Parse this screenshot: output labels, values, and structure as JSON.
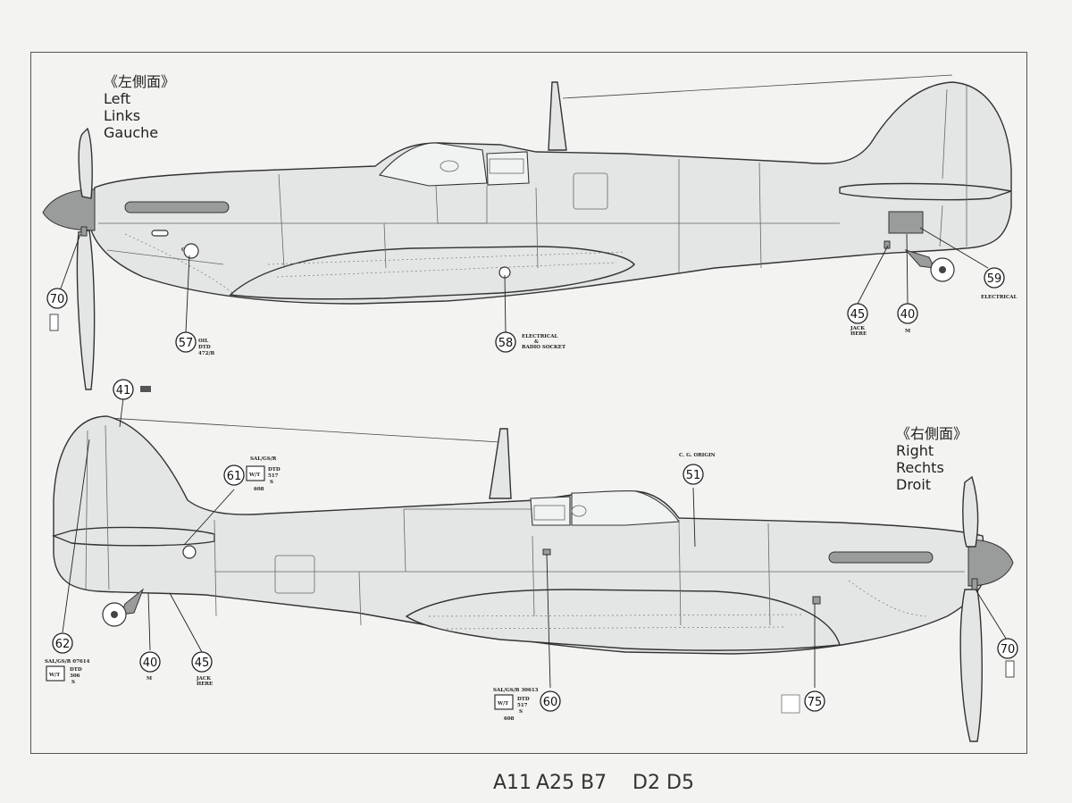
{
  "left_view": {
    "title_jp": "《左側面》",
    "title_en": "Left",
    "title_de": "Links",
    "title_fr": "Gauche"
  },
  "right_view": {
    "title_jp": "《右側面》",
    "title_en": "Right",
    "title_de": "Rechts",
    "title_fr": "Droit"
  },
  "callouts": {
    "c70a": "70",
    "c57": "57",
    "c58": "58",
    "c45a": "45",
    "c40a": "40",
    "c59": "59",
    "c41": "41",
    "c61": "61",
    "c51": "51",
    "c62": "62",
    "c40b": "40",
    "c45b": "45",
    "c60": "60",
    "c75": "75",
    "c70b": "70"
  },
  "labels": {
    "oil": "OIL",
    "dtd": "DTD",
    "dtd472": "472/B",
    "electrical_radio_1": "ELECTRICAL",
    "electrical_radio_2": "&",
    "electrical_radio_3": "RADIO SOCKET",
    "jack_here_1": "JACK",
    "jack_here_2": "HERE",
    "m_left": "M",
    "electrical": "ELECTRICAL",
    "sal_gs_r": "SAL/GS/R",
    "wt": "W/T",
    "dtd_r": "DTD",
    "dtd_517": "517",
    "s": "S",
    "n608": "608",
    "cg_origin": "C. G. ORIGIN",
    "sal_gs_r_07614": "SAL/GS/R 07614",
    "dtd_306": "306",
    "m_right": "M",
    "jack_here_r1": "JACK",
    "jack_here_r2": "HERE",
    "sal_gs_b_30613": "SAL/GS/B 30613",
    "n608b": "608"
  },
  "bottom_strip": {
    "a": "A11",
    "b": "A25",
    "c": "B7",
    "d": "D2",
    "e": "D5"
  }
}
